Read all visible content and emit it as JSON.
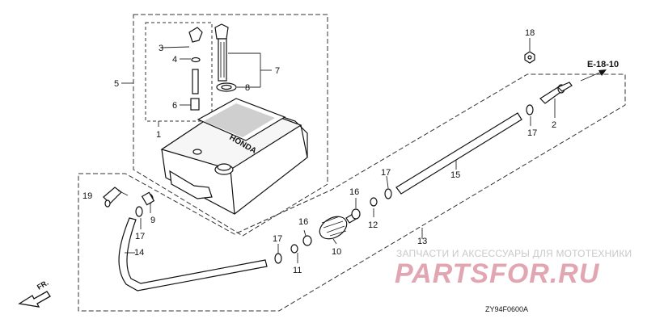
{
  "callouts": [
    {
      "id": "c1",
      "label": "1"
    },
    {
      "id": "c2",
      "label": "2"
    },
    {
      "id": "c3",
      "label": "3"
    },
    {
      "id": "c4",
      "label": "4"
    },
    {
      "id": "c5",
      "label": "5"
    },
    {
      "id": "c6",
      "label": "6"
    },
    {
      "id": "c7",
      "label": "7"
    },
    {
      "id": "c8",
      "label": "8"
    },
    {
      "id": "c9",
      "label": "9"
    },
    {
      "id": "c10",
      "label": "10"
    },
    {
      "id": "c11",
      "label": "11"
    },
    {
      "id": "c12",
      "label": "12"
    },
    {
      "id": "c13",
      "label": "13"
    },
    {
      "id": "c14",
      "label": "14"
    },
    {
      "id": "c15",
      "label": "15"
    },
    {
      "id": "c16a",
      "label": "16"
    },
    {
      "id": "c16b",
      "label": "16"
    },
    {
      "id": "c17a",
      "label": "17"
    },
    {
      "id": "c17b",
      "label": "17"
    },
    {
      "id": "c17c",
      "label": "17"
    },
    {
      "id": "c17d",
      "label": "17"
    },
    {
      "id": "c18",
      "label": "18"
    },
    {
      "id": "c19",
      "label": "19"
    }
  ],
  "reference": "E-18-10",
  "direction_marker": "FR.",
  "tank_brand": "HONDA",
  "watermark": {
    "tagline": "ЗАПЧАСТИ И АКСЕССУАРЫ ДЛЯ МОТОТЕХНИКИ",
    "site": "PARTSFOR.RU"
  },
  "diagram_code": "ZY94F0600A",
  "colors": {
    "line": "#111111",
    "watermark_main": "#e2a6b3",
    "watermark_tagline": "#c9c9c9"
  }
}
